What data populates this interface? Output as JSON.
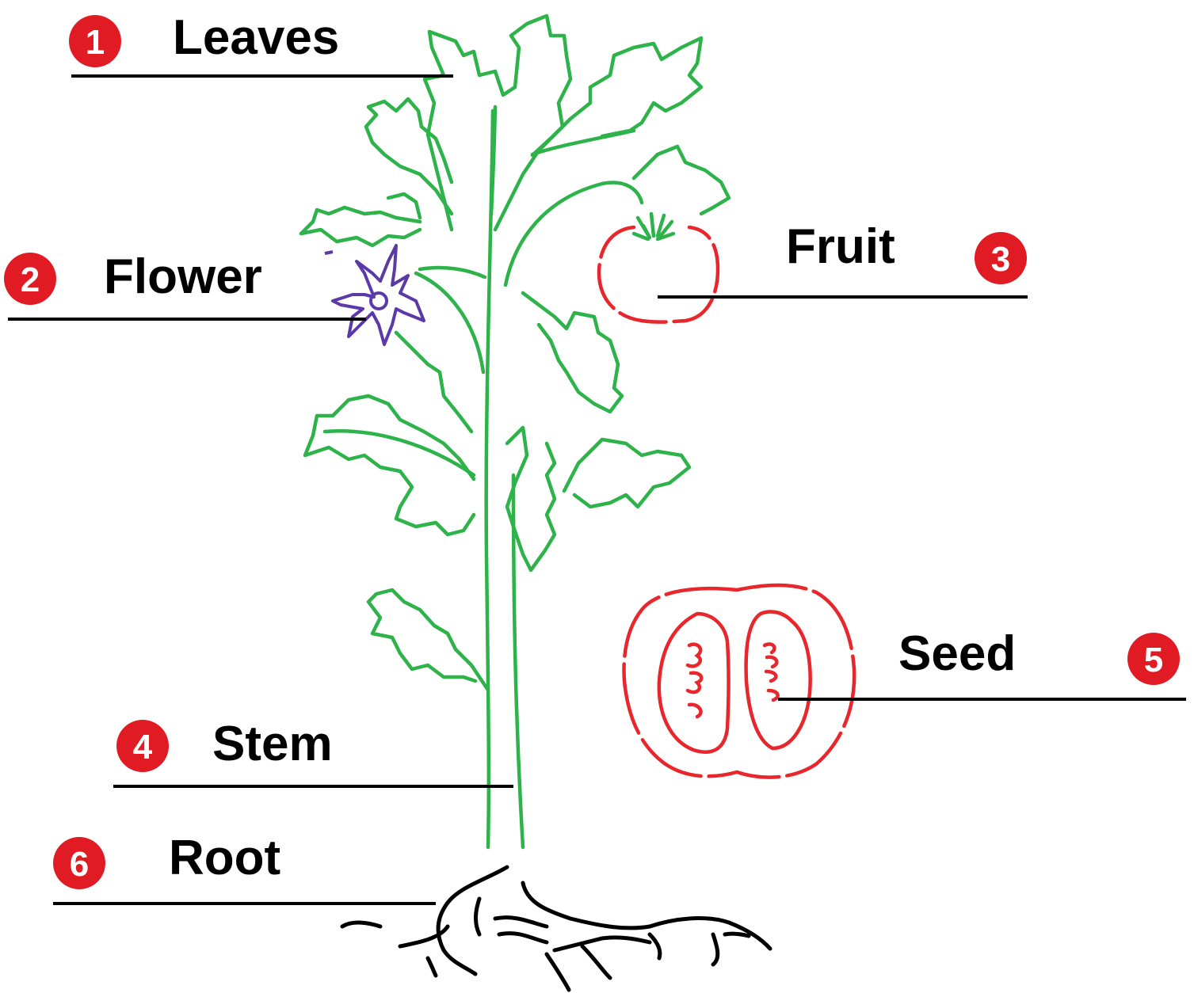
{
  "labels": [
    {
      "num": "1",
      "text": "Leaves"
    },
    {
      "num": "2",
      "text": "Flower"
    },
    {
      "num": "3",
      "text": "Fruit"
    },
    {
      "num": "4",
      "text": "Stem"
    },
    {
      "num": "5",
      "text": "Seed"
    },
    {
      "num": "6",
      "text": "Root"
    }
  ],
  "colors": {
    "badge": "#e01b24",
    "plant": "#2db34a",
    "flower": "#5b3aa8",
    "fruit": "#e8272d",
    "root": "#000000",
    "text": "#000000"
  }
}
